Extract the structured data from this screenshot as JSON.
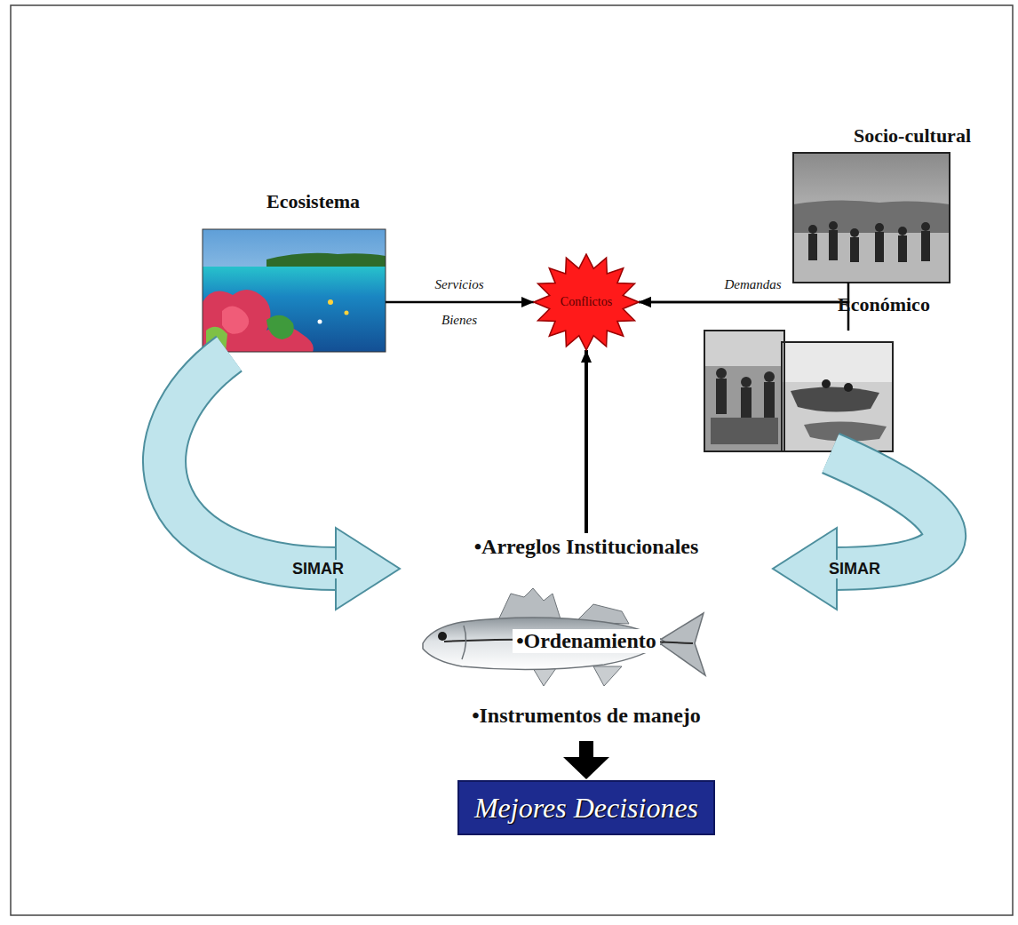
{
  "diagram": {
    "nodes": [
      {
        "text": [
          "Ecosistema"
        ]
      },
      {
        "text": [
          "Conflictos"
        ]
      },
      {
        "text": [
          "Socio-cultural"
        ]
      },
      {
        "text": [
          "Económico"
        ]
      },
      {
        "text": [
          "•Arreglos Institucionales",
          "•Ordenamiento",
          "•Instrumentos de manejo"
        ]
      },
      {
        "text": [
          "Mejores Decisiones"
        ]
      }
    ],
    "edges": [
      {
        "from": 0,
        "to": 1,
        "arrow": "to",
        "label": "Servicios"
      },
      {
        "from": 2,
        "to": 1,
        "arrow": "to",
        "label": "Demandas"
      },
      {
        "from": 3,
        "to": 1,
        "arrow": "to"
      },
      {
        "from": 4,
        "to": 1,
        "arrow": "to"
      },
      {
        "from": 4,
        "to": 5,
        "arrow": "to"
      },
      {
        "from": 0,
        "to": 4,
        "arrow": "to",
        "label": "SIMAR"
      },
      {
        "from": 3,
        "to": 4,
        "arrow": "to",
        "label": "SIMAR"
      }
    ],
    "labels": [
      "Bienes"
    ]
  }
}
